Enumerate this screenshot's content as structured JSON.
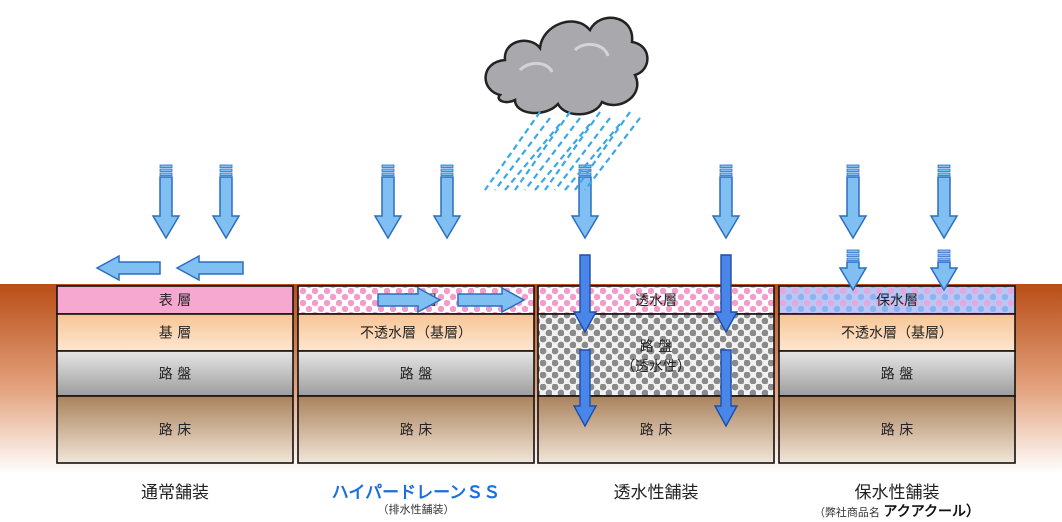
{
  "columns": [
    {
      "id": "normal",
      "title": "通常舗装",
      "highlight": false,
      "sub_prefix": "",
      "sub_emph": "",
      "sub_suffix": "",
      "layers": [
        {
          "label": "表 層",
          "fill": "#f7a8d0",
          "pattern": "none"
        },
        {
          "label": "基 層",
          "fill": "#fcd2a8",
          "pattern": "none"
        },
        {
          "label": "路 盤",
          "fill": "#c9c9c9",
          "pattern": "none"
        },
        {
          "label": "路 床",
          "fill": "#c9a784",
          "pattern": "none"
        }
      ]
    },
    {
      "id": "drain",
      "title": "ハイパードレーンＳＳ",
      "highlight": true,
      "sub_prefix": "（排水性舗装）",
      "sub_emph": "",
      "sub_suffix": "",
      "layers": [
        {
          "label": "透水層",
          "fill": "#f7a8d0",
          "pattern": "pink"
        },
        {
          "label": "不透水層（基層）",
          "fill": "#fcd2a8",
          "pattern": "none"
        },
        {
          "label": "路 盤",
          "fill": "#c9c9c9",
          "pattern": "none"
        },
        {
          "label": "路 床",
          "fill": "#c9a784",
          "pattern": "none"
        }
      ]
    },
    {
      "id": "permeable",
      "title": "透水性舗装",
      "highlight": false,
      "sub_prefix": "",
      "sub_emph": "",
      "sub_suffix": "",
      "layers": [
        {
          "label": "透水層",
          "fill": "#f7a8d0",
          "pattern": "pink"
        },
        {
          "label": "路 盤",
          "label2": "（透水性）",
          "fill": "#b5b5b5",
          "pattern": "gray"
        },
        {
          "label": "路 床",
          "fill": "#c9a784",
          "pattern": "none"
        }
      ]
    },
    {
      "id": "retention",
      "title": "保水性舗装",
      "highlight": false,
      "sub_prefix": "（弊社商品名 ",
      "sub_emph": "アクアクール",
      "sub_suffix": "）",
      "layers": [
        {
          "label": "保水層",
          "fill": "#a8b8f0",
          "pattern": "blue"
        },
        {
          "label": "不透水層（基層）",
          "fill": "#fcd2a8",
          "pattern": "none"
        },
        {
          "label": "路 盤",
          "fill": "#c9c9c9",
          "pattern": "none"
        },
        {
          "label": "路 床",
          "fill": "#c9a784",
          "pattern": "none"
        }
      ]
    }
  ],
  "colors": {
    "arrow_fill": "#7fbff2",
    "arrow_stroke": "#2d6fbf",
    "ground_top": "#b94e17",
    "ground_bottom": "#ffffff",
    "rain": "#3aa7e8",
    "cloud_fill": "#a9a9ad",
    "cloud_stroke": "#222222",
    "highlight_text": "#1a6ee0"
  },
  "icons": [
    "rain-cloud-icon",
    "arrow-down-icon",
    "arrow-left-icon",
    "arrow-right-icon"
  ]
}
